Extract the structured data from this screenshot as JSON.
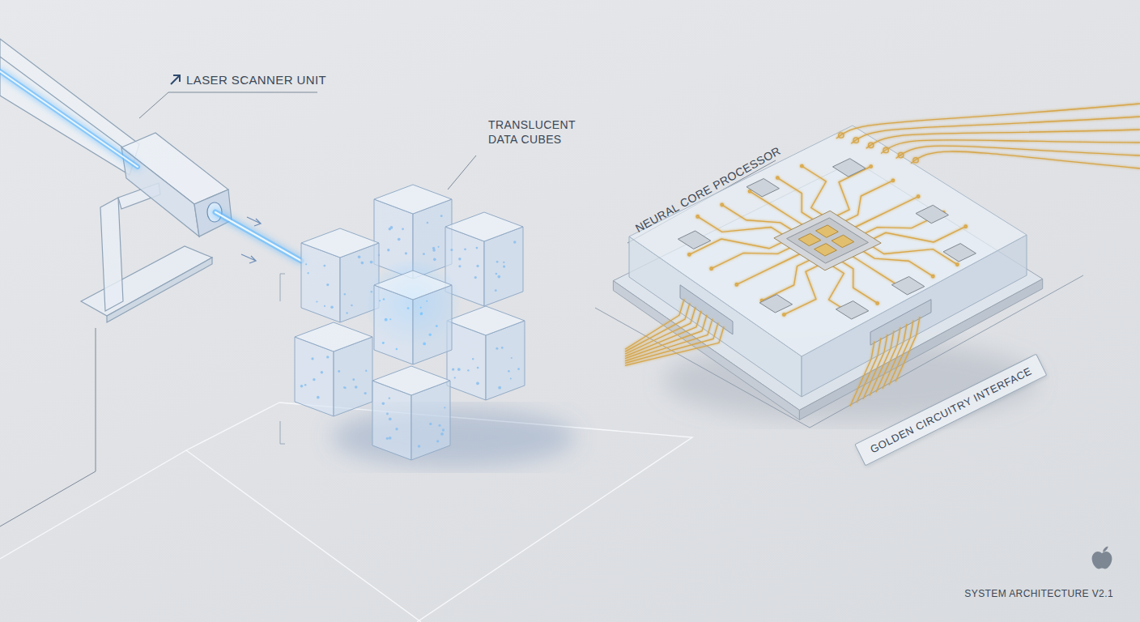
{
  "diagram": {
    "nodes": [
      {
        "text": [
          "GOLDEN CIRCUITRY INTERFACE"
        ]
      }
    ],
    "labels": [
      "LASER SCANNER UNIT",
      "TRANSLUCENT DATA CUBES",
      "NEURAL CORE PROCESSOR",
      "SYSTEM ARCHITECTURE V2.1"
    ]
  }
}
